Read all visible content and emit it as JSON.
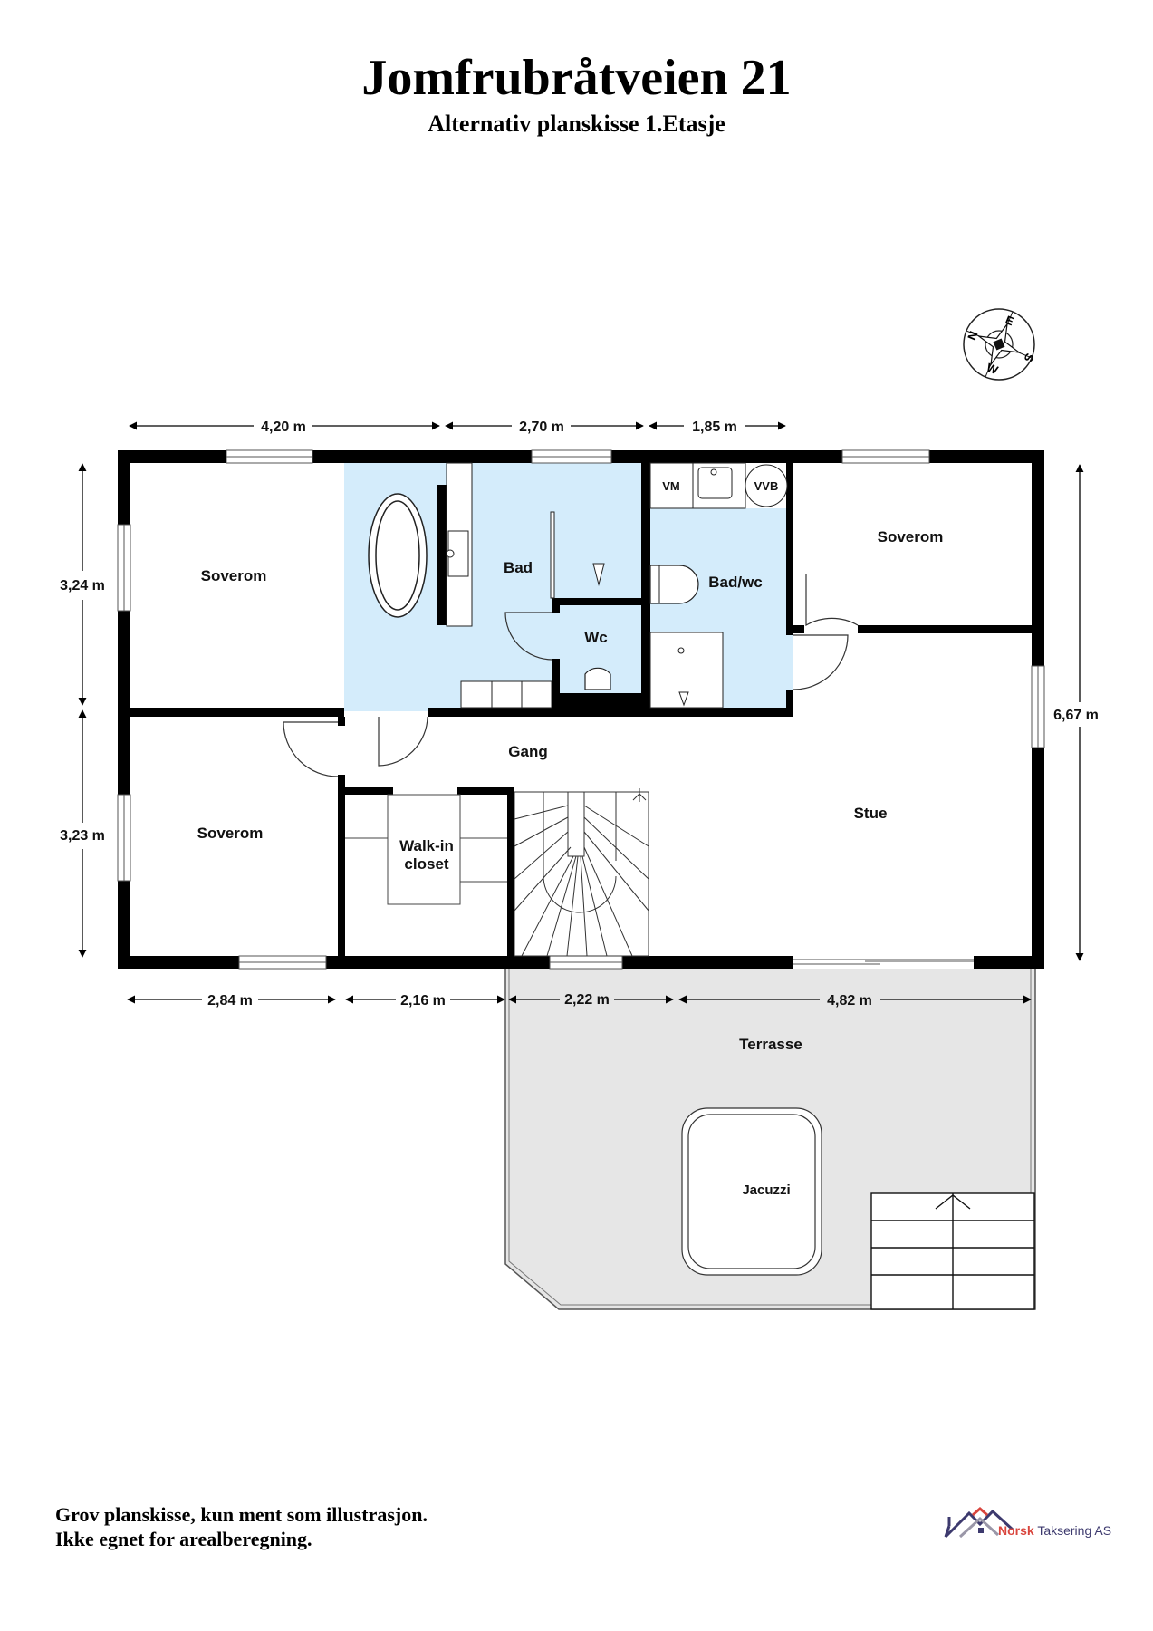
{
  "header": {
    "title": "Jomfrubråtveien 21",
    "subtitle": "Alternativ planskisse 1.Etasje"
  },
  "compass": {
    "icon": "compass-rose-icon",
    "labels": {
      "n": "N",
      "e": "E",
      "s": "S",
      "w": "W"
    }
  },
  "dimensions": {
    "top": [
      "4,20 m",
      "2,70 m",
      "1,85 m"
    ],
    "left": [
      "3,24 m",
      "3,23 m"
    ],
    "right": "6,67 m",
    "bottom": [
      "2,84 m",
      "2,16 m",
      "2,22 m",
      "4,82 m"
    ]
  },
  "rooms": {
    "soverom_nw": "Soverom",
    "bad": "Bad",
    "wc": "Wc",
    "vm": "VM",
    "vvb": "VVB",
    "bad_wc": "Bad/wc",
    "soverom_ne": "Soverom",
    "gang": "Gang",
    "soverom_sw": "Soverom",
    "walkin_line1": "Walk-in",
    "walkin_line2": "closet",
    "stue": "Stue",
    "terrasse": "Terrasse",
    "jacuzzi": "Jacuzzi"
  },
  "colors": {
    "wall": "#000000",
    "wet_room": "#d4ecfb",
    "terrace": "#e6e6e6",
    "logo_brand": "#d9463e",
    "logo_dark": "#3d3a6e"
  },
  "footer": {
    "disclaimer_line1": "Grov planskisse, kun ment som illustrasjon.",
    "disclaimer_line2": "Ikke egnet for arealberegning.",
    "logo_brand": "Norsk",
    "logo_rest": " Taksering AS"
  }
}
